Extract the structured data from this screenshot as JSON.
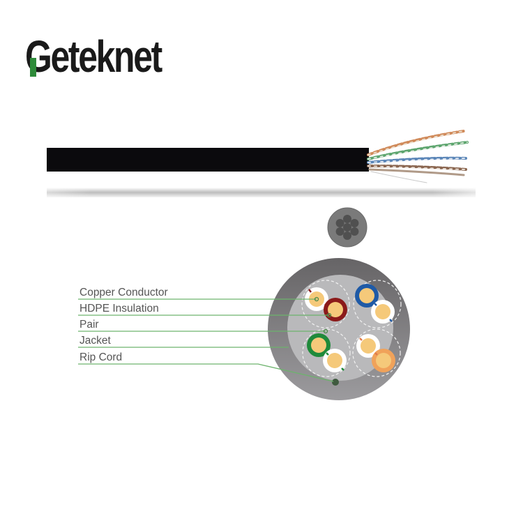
{
  "brand": {
    "logo_text": "Geteknet",
    "first_letter": "G",
    "rest_text": "eteknet",
    "accent_color": "#2e8b3a",
    "text_color": "#1a1a1a"
  },
  "cable_photo": {
    "jacket_color": "#0b0a0d",
    "pairs": [
      {
        "name": "orange",
        "color": "#d08a5a"
      },
      {
        "name": "green",
        "color": "#5da56e"
      },
      {
        "name": "blue",
        "color": "#5b86b8"
      },
      {
        "name": "brown",
        "color": "#8a6650"
      },
      {
        "name": "brown-white",
        "color": "#b09a88"
      }
    ]
  },
  "cross_section": {
    "outer_jacket_color": "#7d7b7e",
    "inner_fill_color": "#b9b9bb",
    "messenger_wire_color": "#7a7a7a",
    "messenger_strand_color": "#505050",
    "copper_color": "#f5c97a",
    "pairs": [
      {
        "position": "top-left",
        "colored_insulation": "#8b1a1a",
        "stripe": "#8b1a1a"
      },
      {
        "position": "top-right",
        "colored_insulation": "#1f5aa6",
        "stripe": "#1f5aa6"
      },
      {
        "position": "bottom-left",
        "colored_insulation": "#1f8a3a",
        "stripe": "#1f8a3a"
      },
      {
        "position": "bottom-right",
        "colored_insulation": "#f0a25a",
        "stripe": "#e07a4a"
      }
    ],
    "rip_cord_color": "#3f5a3f",
    "leader_line_color": "#6db36d"
  },
  "labels": [
    {
      "id": "copper-conductor",
      "text": "Copper Conductor"
    },
    {
      "id": "hdpe-insulation",
      "text": "HDPE Insulation"
    },
    {
      "id": "pair",
      "text": "Pair"
    },
    {
      "id": "jacket",
      "text": "Jacket"
    },
    {
      "id": "rip-cord",
      "text": "Rip Cord"
    }
  ]
}
